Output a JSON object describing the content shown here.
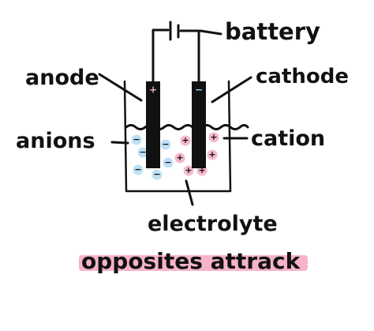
{
  "labels": {
    "battery": "battery",
    "anode": "anode",
    "cathode": "cathode",
    "anions": "anions",
    "cation": "cation",
    "electrolyte": "electrolyte",
    "caption": "opposites attrack"
  },
  "electrode_signs": {
    "anode": "+",
    "cathode": "−"
  },
  "ions": {
    "anion_sign": "−",
    "cation_sign": "+"
  },
  "colors": {
    "ink": "#111111",
    "anion_fill": "#bfe0f5",
    "cation_fill": "#f7b9cf",
    "anode_sign": "#f0a6c2",
    "cathode_sign": "#9fd3f2",
    "highlight": "#f7b3cb",
    "electrolyte_line": "#222222"
  }
}
